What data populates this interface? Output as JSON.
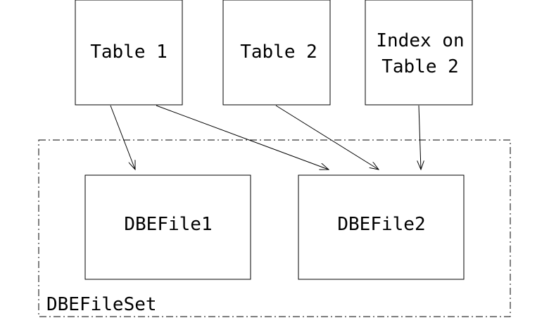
{
  "tables": {
    "table1": "Table 1",
    "table2": "Table 2",
    "index_line1": "Index on",
    "index_line2": "Table 2"
  },
  "files": {
    "file1": "DBEFile1",
    "file2": "DBEFile2"
  },
  "fileset": {
    "label": "DBEFileSet"
  }
}
